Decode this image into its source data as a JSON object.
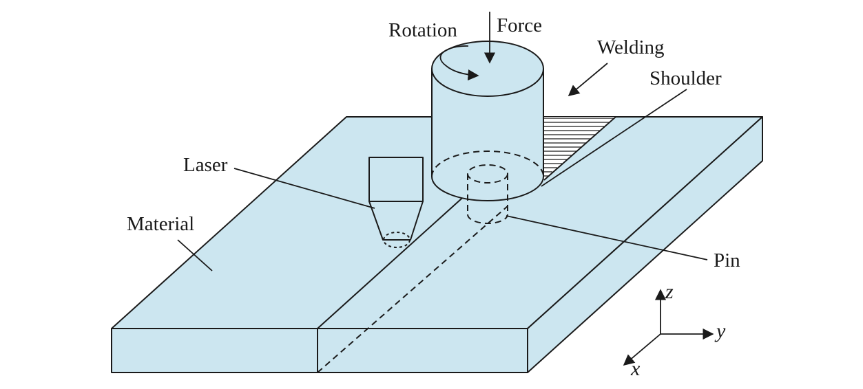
{
  "labels": {
    "rotation": "Rotation",
    "force": "Force",
    "welding": "Welding",
    "shoulder": "Shoulder",
    "laser": "Laser",
    "material": "Material",
    "pin": "Pin"
  },
  "axes": {
    "z": "z",
    "y": "y",
    "x": "x"
  },
  "colors": {
    "fill": "#cce6f0",
    "stroke": "#1a1a1a"
  }
}
